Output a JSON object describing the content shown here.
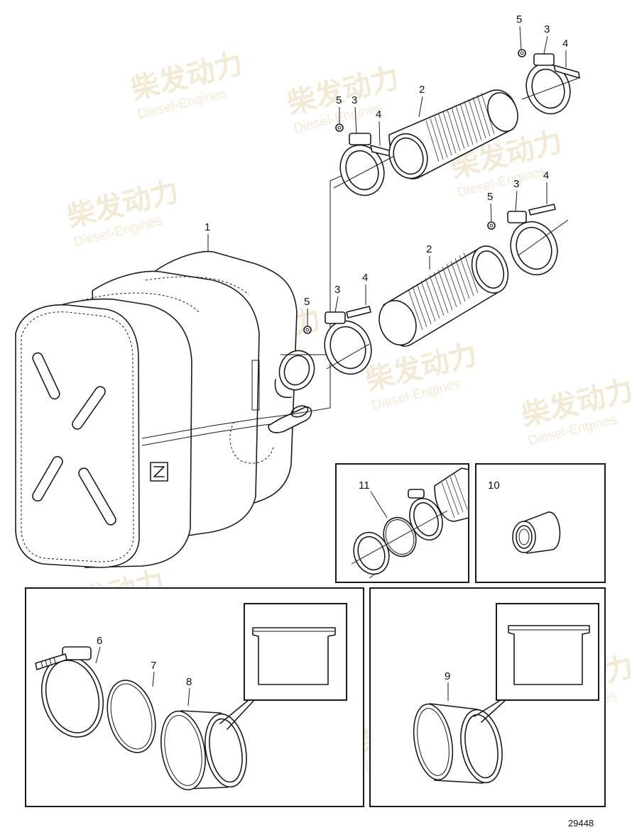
{
  "callouts": {
    "c1": "1",
    "c2a": "2",
    "c2b": "2",
    "c3a": "3",
    "c3b": "3",
    "c3c": "3",
    "c3d": "3",
    "c4a": "4",
    "c4b": "4",
    "c4c": "4",
    "c4d": "4",
    "c5a": "5",
    "c5b": "5",
    "c5c": "5",
    "c5d": "5",
    "c6": "6",
    "c7": "7",
    "c8": "8",
    "c9": "9",
    "c10": "10",
    "c11": "11"
  },
  "diagram_number": "29448",
  "watermark": {
    "chinese": "柴发动力",
    "english": "Diesel-Engines"
  }
}
